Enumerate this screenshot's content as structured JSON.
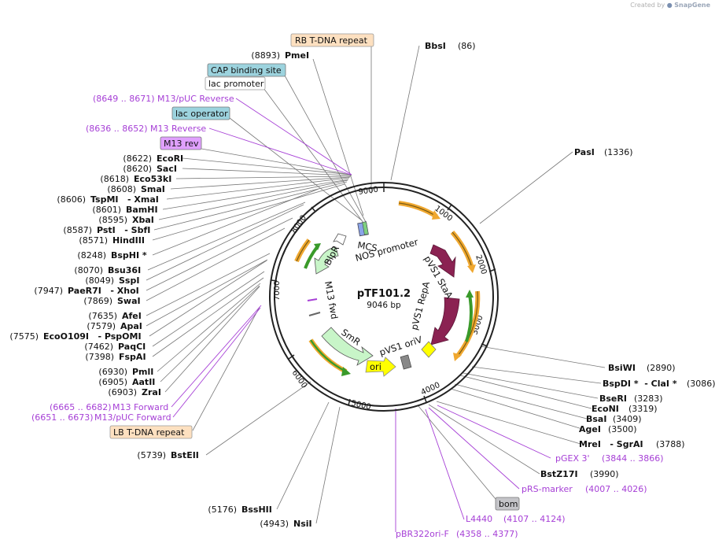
{
  "credit": {
    "prefix": "Created by",
    "brand": "SnapGene"
  },
  "plasmid": {
    "name": "pTF101.2",
    "size_label": "9046 bp"
  },
  "ticks": [
    "1000",
    "2000",
    "3000",
    "4000",
    "5000",
    "6000",
    "7000",
    "8000",
    "9000"
  ],
  "boxed_labels": [
    {
      "text": "RB T-DNA repeat"
    },
    {
      "text": "CAP binding site"
    },
    {
      "text": "lac promoter"
    },
    {
      "text": "lac operator"
    },
    {
      "text": "M13 rev"
    },
    {
      "text": "LB T-DNA repeat"
    },
    {
      "text": "bom"
    }
  ],
  "sites": [
    {
      "pos": "(8893)",
      "name": "PmeI"
    },
    {
      "pos": "(86)",
      "name": "BbsI"
    },
    {
      "pos": "(1336)",
      "name": "PasI"
    },
    {
      "pos": "(8622)",
      "name": "EcoRI"
    },
    {
      "pos": "(8620)",
      "name": "SacI"
    },
    {
      "pos": "(8618)",
      "name": "Eco53kI"
    },
    {
      "pos": "(8608)",
      "name": "SmaI"
    },
    {
      "pos": "(8606)",
      "name": "TspMI   - XmaI"
    },
    {
      "pos": "(8601)",
      "name": "BamHI"
    },
    {
      "pos": "(8595)",
      "name": "XbaI"
    },
    {
      "pos": "(8587)",
      "name": "PstI   - SbfI"
    },
    {
      "pos": "(8571)",
      "name": "HindIII"
    },
    {
      "pos": "(8248)",
      "name": "BspHI *"
    },
    {
      "pos": "(8070)",
      "name": "Bsu36I"
    },
    {
      "pos": "(8049)",
      "name": "SspI"
    },
    {
      "pos": "(7947)",
      "name": "PaeR7I   - XhoI"
    },
    {
      "pos": "(7869)",
      "name": "SwaI"
    },
    {
      "pos": "(7635)",
      "name": "AfeI"
    },
    {
      "pos": "(7579)",
      "name": "ApaI"
    },
    {
      "pos": "(7575)",
      "name": "EcoO109I   - PspOMI"
    },
    {
      "pos": "(7462)",
      "name": "PaqCI"
    },
    {
      "pos": "(7398)",
      "name": "FspAI"
    },
    {
      "pos": "(6930)",
      "name": "PmlI"
    },
    {
      "pos": "(6905)",
      "name": "AatII"
    },
    {
      "pos": "(6903)",
      "name": "ZraI"
    },
    {
      "pos": "(5739)",
      "name": "BstEII"
    },
    {
      "pos": "(5176)",
      "name": "BssHII"
    },
    {
      "pos": "(4943)",
      "name": "NsiI"
    },
    {
      "pos": "(2890)",
      "name": "BsiWI"
    },
    {
      "pos": "(3086)",
      "name": "BspDI *  - ClaI *"
    },
    {
      "pos": "(3283)",
      "name": "BseRI"
    },
    {
      "pos": "(3319)",
      "name": "EcoNI"
    },
    {
      "pos": "(3409)",
      "name": "BsaI"
    },
    {
      "pos": "(3500)",
      "name": "AgeI"
    },
    {
      "pos": "(3788)",
      "name": "MreI   - SgrAI"
    },
    {
      "pos": "(3990)",
      "name": "BstZ17I"
    }
  ],
  "primers": [
    {
      "range": "(8649 .. 8671)",
      "name": "M13/pUC Reverse"
    },
    {
      "range": "(8636 .. 8652)",
      "name": "M13 Reverse"
    },
    {
      "range": "(6665 .. 6682)",
      "name": "M13 Forward"
    },
    {
      "range": "(6651 .. 6673)",
      "name": "M13/pUC Forward"
    },
    {
      "range": "(3844 .. 3866)",
      "name": "pGEX 3'"
    },
    {
      "range": "(4007 .. 4026)",
      "name": "pRS-marker"
    },
    {
      "range": "(4107 .. 4124)",
      "name": "L4440"
    },
    {
      "range": "(4358 .. 4377)",
      "name": "pBR322ori-F"
    }
  ],
  "features": [
    {
      "label": "MCS"
    },
    {
      "label": "NOS promoter"
    },
    {
      "label": "pVS1 StaA"
    },
    {
      "label": "pVS1 RepA"
    },
    {
      "label": "pVS1 oriV"
    },
    {
      "label": "ori"
    },
    {
      "label": "SmR"
    },
    {
      "label": "M13 fwd"
    },
    {
      "label": "BlpR"
    }
  ],
  "colors": {
    "primer": "#a63fd6",
    "backbone": "#222222",
    "orange_orf": "#f0a830",
    "green_orf": "#3a9a2a",
    "pVS1": "#8b2252",
    "ori": "#ffff00",
    "resistance": "#c8f5c8",
    "box_peach": "#fde0c0",
    "box_cyan": "#9cd3de",
    "box_violet": "#e0a0ff",
    "box_gray": "#c4c4c8"
  }
}
